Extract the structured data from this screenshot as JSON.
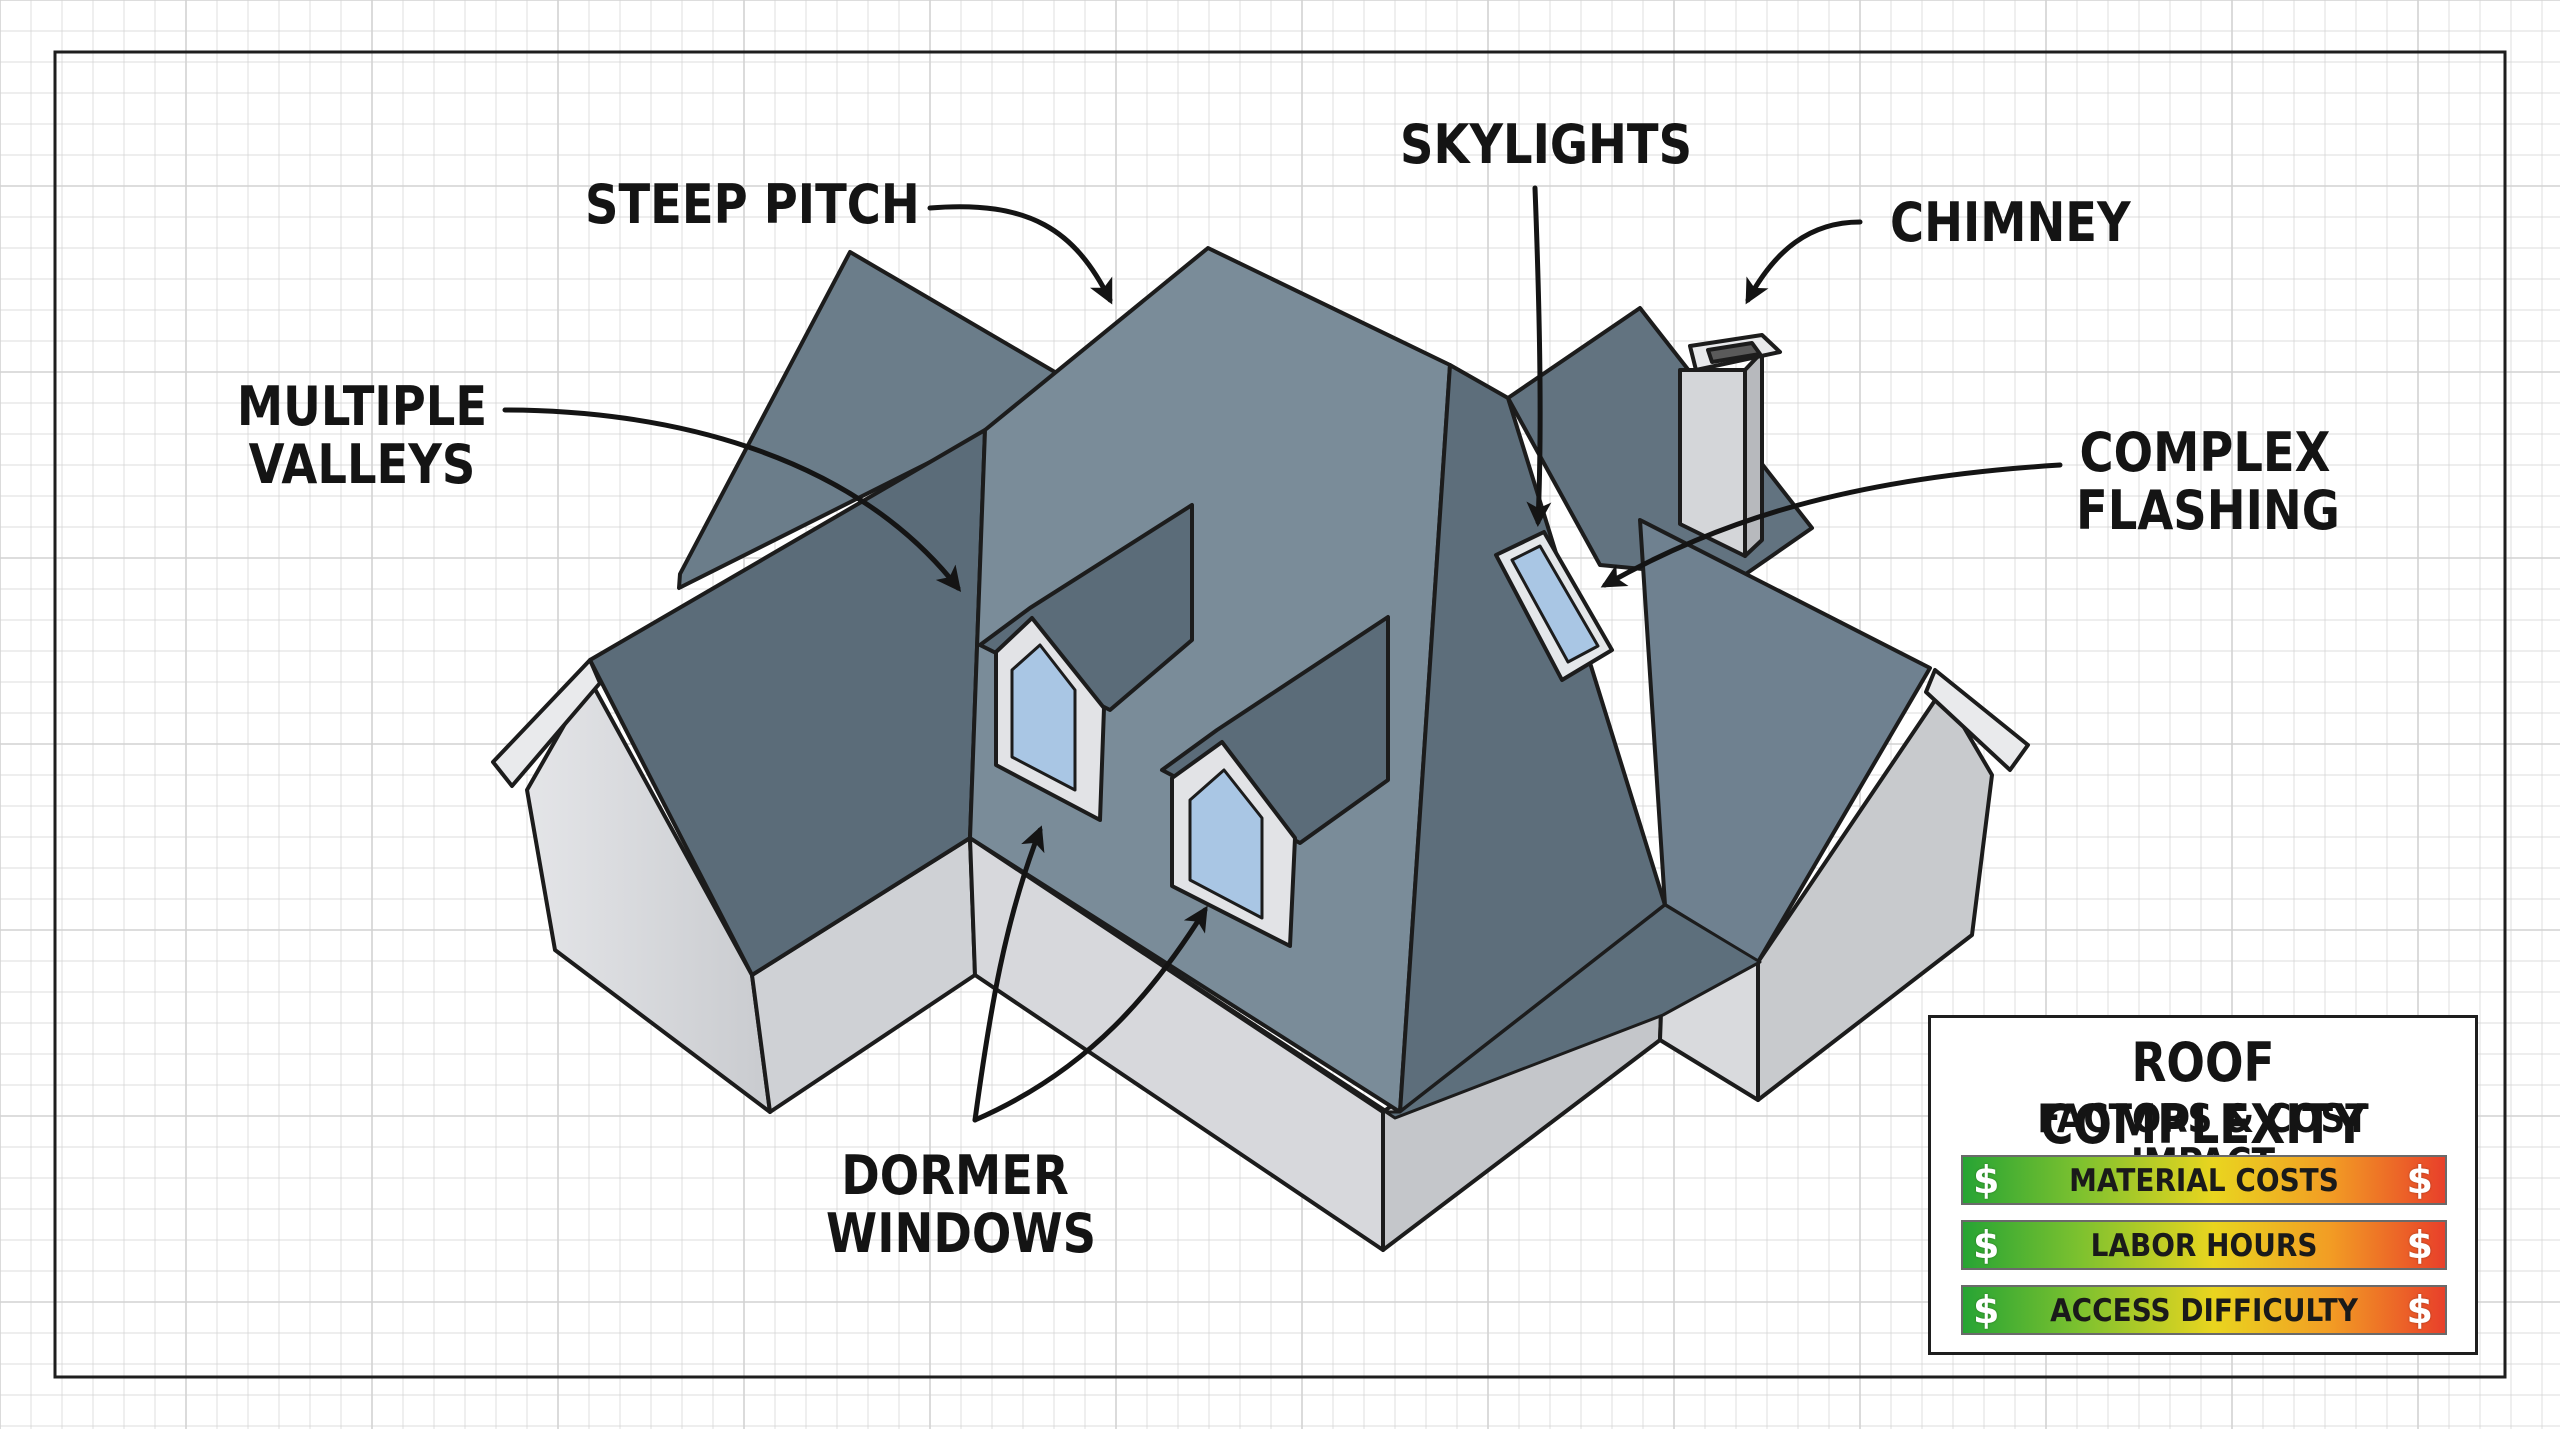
{
  "labels": {
    "steep_pitch": "STEEP PITCH",
    "skylights": "SKYLIGHTS",
    "chimney": "CHIMNEY",
    "multiple_valleys": [
      "MULTIPLE",
      "VALLEYS"
    ],
    "complex_flashing": [
      "COMPLEX",
      "FLASHING"
    ],
    "dormer_windows": [
      "DORMER",
      "WINDOWS"
    ]
  },
  "legend": {
    "title": "ROOF COMPLEXITY",
    "subtitle": "FACTORS & COST IMPACT",
    "currency_symbol": "$",
    "items": [
      {
        "label": "MATERIAL COSTS"
      },
      {
        "label": "LABOR HOURS"
      },
      {
        "label": "ACCESS DIFFICULTY"
      }
    ],
    "gradient_colors": [
      "#27a434",
      "#7cc12f",
      "#e9d51f",
      "#f29d24",
      "#e8402a"
    ]
  },
  "colors": {
    "roof_dark": "#5a6b78",
    "roof_mid": "#6a7c89",
    "roof_light": "#7d8e9b",
    "wall": "#d9dadd",
    "wall_shadow": "#b8babe",
    "outline": "#1c1c1c",
    "window_glass": "#a9c6e4",
    "grid_line": "#d2d2d2"
  }
}
